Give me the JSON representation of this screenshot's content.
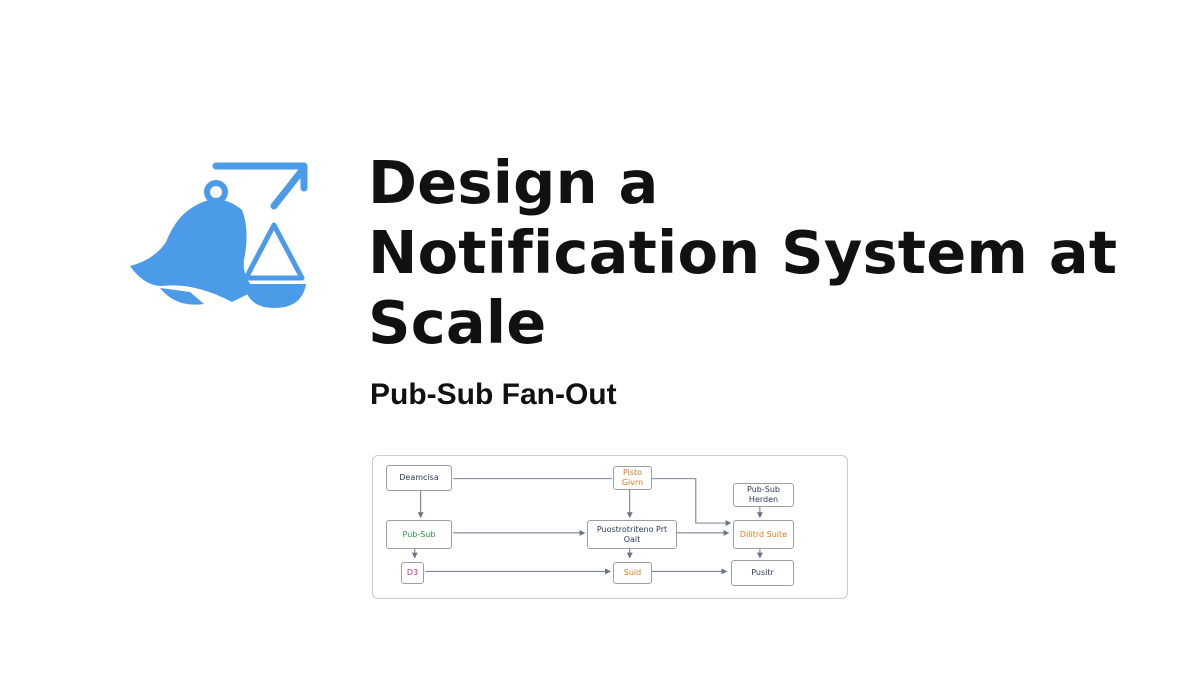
{
  "header": {
    "title_lines": [
      "Design a",
      "Notification System at",
      "Scale"
    ],
    "subtitle": "Pub-Sub Fan-Out"
  },
  "logo": {
    "icons": [
      "bell-icon",
      "arrow-up-right-icon",
      "balance-scale-icon"
    ],
    "color": "#4b9be8"
  },
  "diagram": {
    "nodes": {
      "services": "Deamcisa",
      "queue_top": "Pisto Givrn",
      "pubsub_router": "Pub-Sub Herden",
      "pubsub": "Pub-Sub",
      "fanout": "Puostrotriteno Prt Oait",
      "delivery": "Dilitrd Suite",
      "db": "D3",
      "store": "Suid",
      "push": "Pusitr"
    },
    "colors": {
      "dark": "#2b3a5a",
      "orange": "#e07b1a",
      "green": "#2a9a3a",
      "magenta": "#c0279a",
      "line": "#6b7487"
    }
  }
}
